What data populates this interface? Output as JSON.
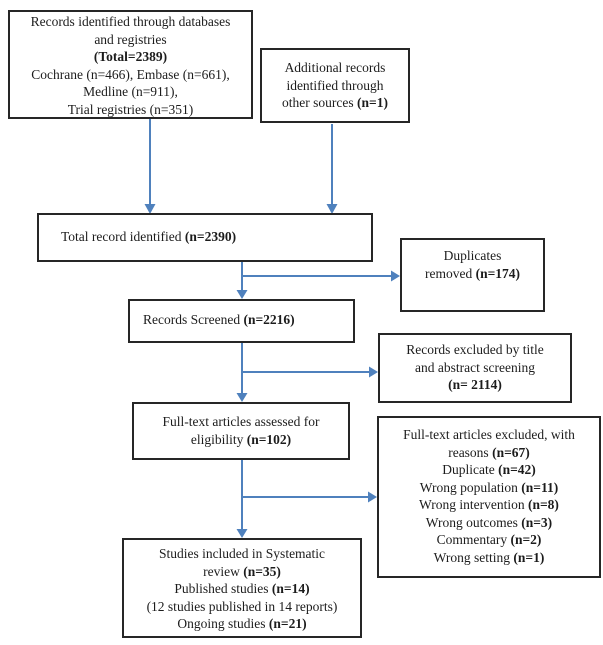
{
  "diagram": {
    "title": "PRISMA study selection flow diagram",
    "arrow_color": "#4f81bd",
    "border_color": "#262626",
    "background_color": "#ffffff",
    "boxes": [
      {
        "id": "box-records-identified",
        "lines": [
          [
            {
              "t": "Records identified through databases",
              "b": false
            }
          ],
          [
            {
              "t": "and registries",
              "b": false
            }
          ],
          [
            {
              "t": "(Total=2389)",
              "b": true
            }
          ],
          [
            {
              "t": "Cochrane (n=466), Embase (n=661),",
              "b": false
            }
          ],
          [
            {
              "t": "Medline (n=911),",
              "b": false
            }
          ],
          [
            {
              "t": "Trial registries (n=351)",
              "b": false
            }
          ]
        ]
      },
      {
        "id": "box-additional-records",
        "lines": [
          [
            {
              "t": "Additional records",
              "b": false
            }
          ],
          [
            {
              "t": "identified through",
              "b": false
            }
          ],
          [
            {
              "t": "other sources ",
              "b": false
            },
            {
              "t": "(n=1)",
              "b": true
            }
          ]
        ]
      },
      {
        "id": "box-total-identified",
        "lines": [
          [
            {
              "t": "Total record identified  ",
              "b": false
            },
            {
              "t": "(n=2390)",
              "b": true
            }
          ]
        ]
      },
      {
        "id": "box-duplicates-removed",
        "lines": [
          [
            {
              "t": "Duplicates",
              "b": false
            }
          ],
          [
            {
              "t": "removed ",
              "b": false
            },
            {
              "t": "(n=174)",
              "b": true
            }
          ]
        ]
      },
      {
        "id": "box-records-screened",
        "lines": [
          [
            {
              "t": "Records Screened ",
              "b": false
            },
            {
              "t": "(n=2216)",
              "b": true
            }
          ]
        ]
      },
      {
        "id": "box-records-excluded",
        "lines": [
          [
            {
              "t": "Records excluded by title",
              "b": false
            }
          ],
          [
            {
              "t": "and abstract screening",
              "b": false
            }
          ],
          [
            {
              "t": "(n= 2114)",
              "b": true
            }
          ]
        ]
      },
      {
        "id": "box-fulltext-assessed",
        "lines": [
          [
            {
              "t": "Full-text articles assessed for",
              "b": false
            }
          ],
          [
            {
              "t": "eligibility ",
              "b": false
            },
            {
              "t": "(n=102)",
              "b": true
            }
          ]
        ]
      },
      {
        "id": "box-fulltext-excluded",
        "lines": [
          [
            {
              "t": "Full-text articles excluded, with",
              "b": false
            }
          ],
          [
            {
              "t": "reasons ",
              "b": false
            },
            {
              "t": "(n=67)",
              "b": true
            }
          ],
          [
            {
              "t": "Duplicate ",
              "b": false
            },
            {
              "t": "(n=42)",
              "b": true
            }
          ],
          [
            {
              "t": "Wrong population ",
              "b": false
            },
            {
              "t": "(n=11)",
              "b": true
            }
          ],
          [
            {
              "t": "Wrong intervention ",
              "b": false
            },
            {
              "t": "(n=8)",
              "b": true
            }
          ],
          [
            {
              "t": "Wrong outcomes ",
              "b": false
            },
            {
              "t": "(n=3)",
              "b": true
            }
          ],
          [
            {
              "t": "Commentary ",
              "b": false
            },
            {
              "t": "(n=2)",
              "b": true
            }
          ],
          [
            {
              "t": "Wrong setting ",
              "b": false
            },
            {
              "t": "(n=1)",
              "b": true
            }
          ]
        ]
      },
      {
        "id": "box-studies-included",
        "lines": [
          [
            {
              "t": "Studies included in Systematic",
              "b": false
            }
          ],
          [
            {
              "t": "review ",
              "b": false
            },
            {
              "t": "(n=35)",
              "b": true
            }
          ],
          [
            {
              "t": "Published studies ",
              "b": false
            },
            {
              "t": "(n=14)",
              "b": true
            }
          ],
          [
            {
              "t": "(12 studies published in 14 reports)",
              "b": false
            }
          ],
          [
            {
              "t": "Ongoing studies ",
              "b": false
            },
            {
              "t": "(n=21)",
              "b": true
            }
          ]
        ]
      }
    ]
  }
}
